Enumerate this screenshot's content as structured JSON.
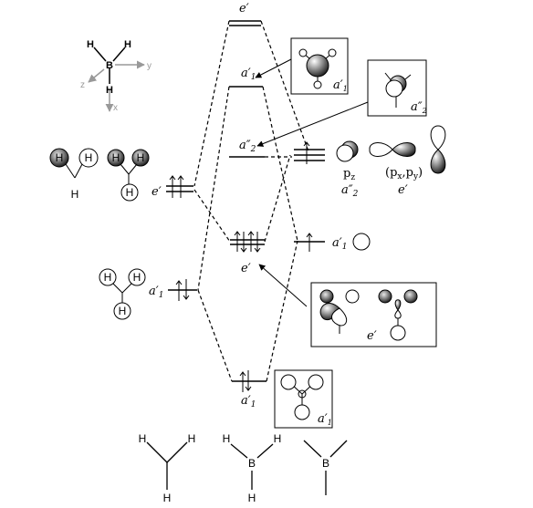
{
  "axes_inset": {
    "B": "B",
    "H": "H",
    "y": "y",
    "z": "z",
    "x": "x"
  },
  "ligand_salcs": {
    "e_prime": "e′",
    "a1_prime": "a′",
    "a1_sub": "1",
    "H": "H"
  },
  "boron_aos": {
    "pz": "p",
    "pz_sub": "z",
    "a2_dprime": "a″",
    "a2_sub": "2",
    "pxpy": "(p",
    "pxpy_x": "x",
    "pxpy_comma": ",p",
    "pxpy_y": "y",
    "pxpy_close": ")",
    "e_prime": "e′",
    "a1_prime": "a′",
    "a1_sub": "1"
  },
  "mo_levels": {
    "e_star": "e′",
    "a1_star": "a′",
    "a1_sub": "1",
    "a2": "a″",
    "a2_sub": "2",
    "e_bond": "e′",
    "a1_bond": "a′"
  },
  "callouts": {
    "a1_star": "a′",
    "a2": "a″",
    "e": "e′",
    "a1": "a′",
    "sub1": "1",
    "sub2": "2"
  },
  "bottom_structures": {
    "H": "H",
    "B": "B"
  },
  "colors": {
    "line": "#000000",
    "axis": "#999999",
    "box": "#000000"
  }
}
